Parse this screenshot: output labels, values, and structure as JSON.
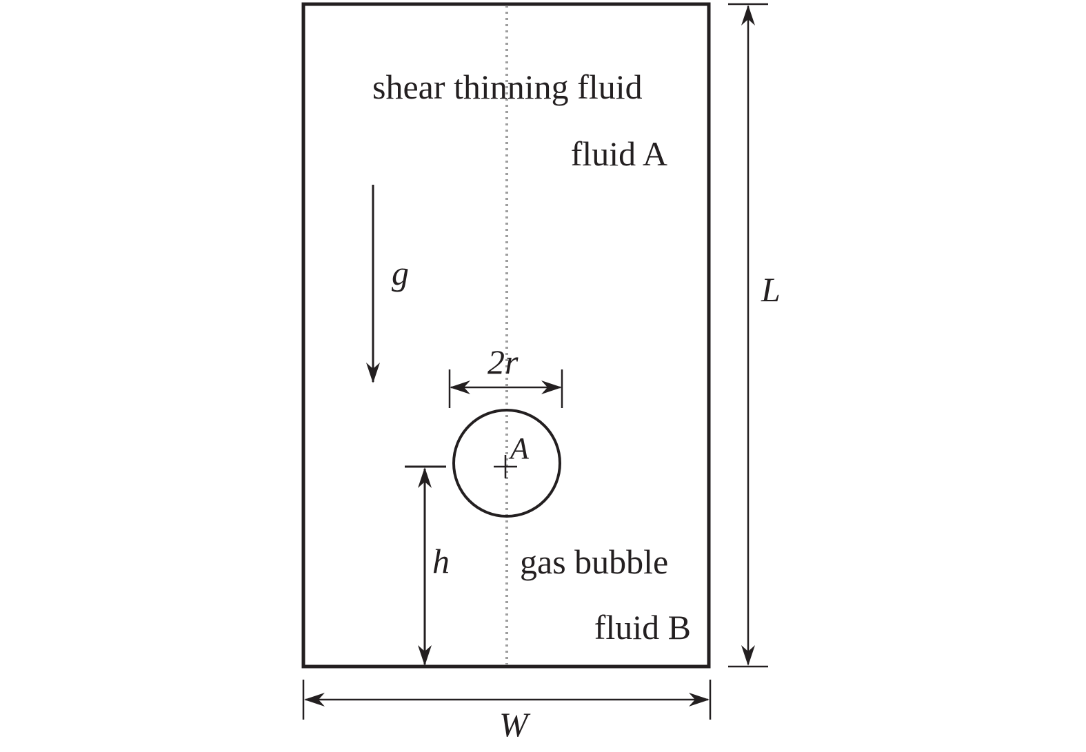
{
  "labels": {
    "shear_thinning_fluid": "shear thinning fluid",
    "fluid_a": "fluid A",
    "gravity": "g",
    "diameter": "2r",
    "bubble_center": "A",
    "gas_bubble": "gas bubble",
    "fluid_b": "fluid B",
    "height": "h",
    "length": "L",
    "width": "W"
  },
  "colors": {
    "stroke": "#231f20",
    "centerline": "#9e9e9e"
  }
}
